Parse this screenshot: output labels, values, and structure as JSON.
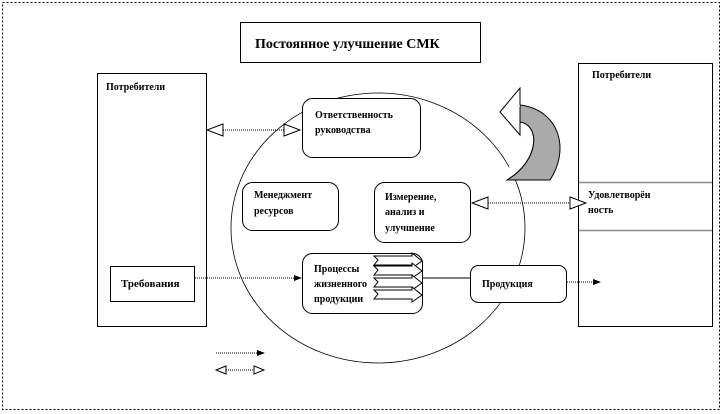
{
  "title": "Постоянное улучшение  СМК",
  "customers_left": "Потребители",
  "customers_right": "Потребители",
  "requirements": "Требования",
  "responsibility": [
    "Ответственность",
    "руководства"
  ],
  "resources": [
    "Менеджмент",
    "ресурсов"
  ],
  "measurement": [
    "Измерение,",
    "анализ и",
    "улучшение"
  ],
  "processes": [
    "Процессы",
    "жизненного",
    "продукции"
  ],
  "product": "Продукция",
  "satisfaction": [
    "Удовлетворён",
    "ность"
  ]
}
